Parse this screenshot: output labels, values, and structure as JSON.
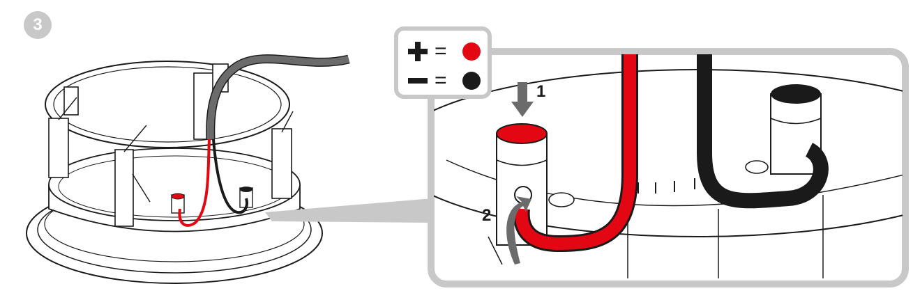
{
  "step": {
    "number": "3"
  },
  "legend": {
    "positive": {
      "symbol_name": "plus-icon",
      "equals": "=",
      "color": "#e30613"
    },
    "negative": {
      "symbol_name": "minus-icon",
      "equals": "=",
      "color": "#1a1a1a"
    }
  },
  "callouts": {
    "push_label": "1",
    "screw_label": "2"
  },
  "colors": {
    "frame": "#c8c8c8",
    "line": "#1a1a1a",
    "red_wire": "#e30613",
    "black_wire": "#1a1a1a",
    "gray_cable": "#6b6b6b"
  }
}
